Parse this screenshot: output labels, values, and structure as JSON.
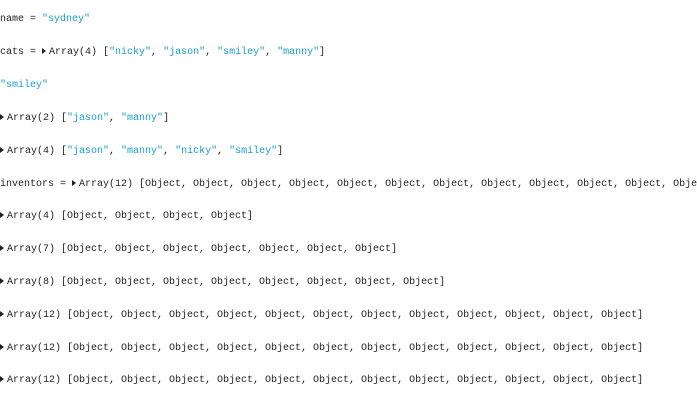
{
  "colors": {
    "string": "#1a9ec9",
    "text": "#222222",
    "background": "#ffffff"
  },
  "lines": [
    {
      "var": "name = ",
      "value": "\"sydney\""
    },
    {
      "var": "cats = ",
      "summary": "Array(4) [",
      "items": [
        "\"nicky\"",
        "\"jason\"",
        "\"smiley\"",
        "\"manny\""
      ],
      "close": "]"
    },
    {
      "value": "\"smiley\""
    },
    {
      "summary": "Array(2) [",
      "items": [
        "\"jason\"",
        "\"manny\""
      ],
      "close": "]"
    },
    {
      "summary": "Array(4) [",
      "items": [
        "\"jason\"",
        "\"manny\"",
        "\"nicky\"",
        "\"smiley\""
      ],
      "close": "]"
    },
    {
      "var": "inventors = ",
      "summary": "Array(12) [Object, Object, Object, Object, Object, Object, Object, Object, Object, Object, Object, Obje"
    },
    {
      "summary": "Array(4) [Object, Object, Object, Object]"
    },
    {
      "summary": "Array(7) [Object, Object, Object, Object, Object, Object, Object]"
    },
    {
      "summary": "Array(8) [Object, Object, Object, Object, Object, Object, Object, Object]"
    },
    {
      "summary": "Array(12) [Object, Object, Object, Object, Object, Object, Object, Object, Object, Object, Object, Object]"
    },
    {
      "summary": "Array(12) [Object, Object, Object, Object, Object, Object, Object, Object, Object, Object, Object, Object]"
    },
    {
      "summary": "Array(12) [Object, Object, Object, Object, Object, Object, Object, Object, Object, Object, Object, Object]"
    }
  ],
  "icons": {
    "expand": "disclosure-triangle-icon"
  }
}
